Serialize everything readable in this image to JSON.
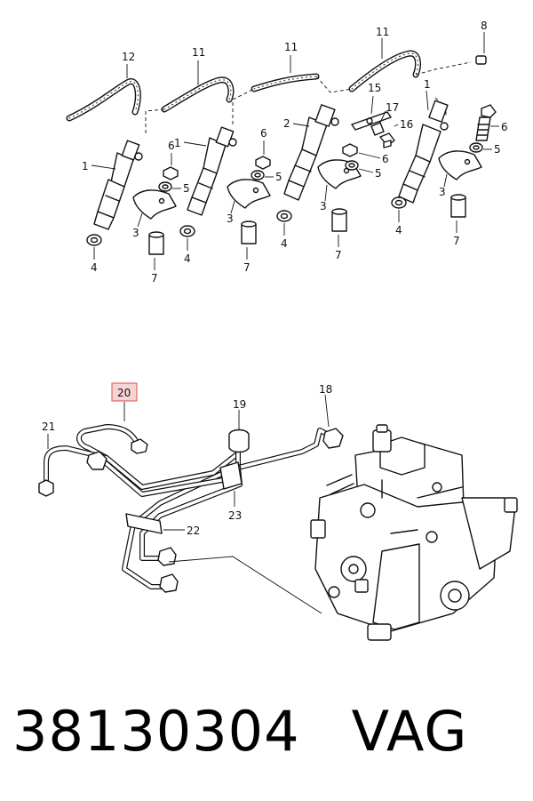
{
  "upper_callouts": {
    "hose_12": "12",
    "hose_11a": "11",
    "hose_11b": "11",
    "hose_11c": "11",
    "cap_8": "8",
    "injector_1a": "1",
    "injector_1b": "1",
    "injector_2": "2",
    "seal_4a": "4",
    "seal_4b": "4",
    "seal_4c": "4",
    "seal_4d": "4",
    "clamp_3a": "3",
    "clamp_3b": "3",
    "clamp_3c": "3",
    "clamp_3d": "3",
    "nut_6a": "6",
    "nut_6b": "6",
    "nut_6c": "6",
    "bolt_6d": "6",
    "washer_5a": "5",
    "washer_5b": "5",
    "washer_5c": "5",
    "washer_5d": "5",
    "sleeve_7a": "7",
    "sleeve_7b": "7",
    "sleeve_7c": "7",
    "sleeve_7d": "7",
    "bracket_15": "15",
    "bolt_16": "16",
    "clip_17": "17"
  },
  "lower_callouts": {
    "pipe_set_20": "20",
    "pipe_21": "21",
    "pipe_18": "18",
    "clamp_19": "19",
    "clamp_22": "22",
    "clamp_23": "23"
  },
  "footer": {
    "part_number": "38130304",
    "brand": "VAG"
  },
  "colors": {
    "line": "#111111",
    "highlight_fill": "#f7d3d3",
    "highlight_border": "#d9534f"
  }
}
